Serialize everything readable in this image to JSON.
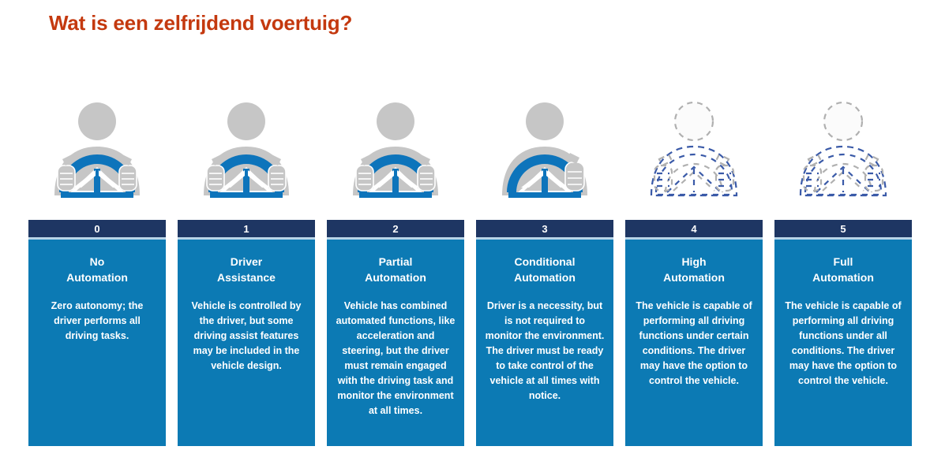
{
  "page": {
    "title": "Wat is een zelfrijdend voertuig?",
    "title_color": "#c4390f",
    "background_color": "#ffffff"
  },
  "theme": {
    "header_navy": "#1e3663",
    "card_blue": "#0c7ab4",
    "divider_light": "#b8d4e8",
    "icon_grey": "#c6c6c6",
    "icon_blue": "#0d74bb",
    "ghost_blue": "#3a5aa8",
    "ghost_grey": "#b0b0b0",
    "text_white": "#ffffff"
  },
  "levels": [
    {
      "number": "0",
      "title": "No\nAutomation",
      "description": "Zero autonomy; the driver performs all driving tasks.",
      "icon": "driver-both-hands-icon",
      "icon_state": "solid"
    },
    {
      "number": "1",
      "title": "Driver\nAssistance",
      "description": "Vehicle is controlled by the driver, but some driving assist features may be included in the vehicle design.",
      "icon": "driver-both-hands-icon",
      "icon_state": "solid"
    },
    {
      "number": "2",
      "title": "Partial\nAutomation",
      "description": "Vehicle has combined automated functions, like acceleration and steering, but the driver must remain engaged with the driving task and monitor the environment at all times.",
      "icon": "driver-both-hands-icon",
      "icon_state": "solid"
    },
    {
      "number": "3",
      "title": "Conditional\nAutomation",
      "description": "Driver is a necessity, but is not required to monitor the environment. The driver must be ready to take control of the vehicle at all times with notice.",
      "icon": "driver-one-hand-icon",
      "icon_state": "solid"
    },
    {
      "number": "4",
      "title": "High\nAutomation",
      "description": "The vehicle is capable of performing all driving functions under certain conditions. The driver may have the option to control the vehicle.",
      "icon": "driver-ghost-icon",
      "icon_state": "ghost"
    },
    {
      "number": "5",
      "title": "Full\nAutomation",
      "description": "The vehicle is capable of performing all driving functions under all conditions. The driver may have the option to control the vehicle.",
      "icon": "driver-ghost-icon",
      "icon_state": "ghost"
    }
  ]
}
